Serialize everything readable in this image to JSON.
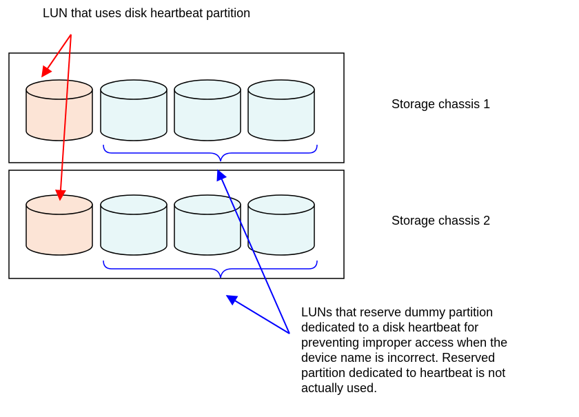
{
  "labels": {
    "heartbeat_lun": "LUN that uses disk heartbeat partition",
    "chassis_1": "Storage chassis 1",
    "chassis_2": "Storage chassis 2",
    "dummy_partition_luns": "LUNs that reserve dummy partition\ndedicated to a disk heartbeat for\npreventing improper access when the\ndevice name is incorrect. Reserved\npartition dedicated to heartbeat is not\nactually used."
  },
  "colors": {
    "heartbeat_lun_fill": "#FCE4D6",
    "dummy_lun_fill": "#E8F7F8",
    "heartbeat_arrow": "#FF0000",
    "dummy_arrow": "#0000FF",
    "brace": "#0000FF",
    "outline": "#000000"
  }
}
